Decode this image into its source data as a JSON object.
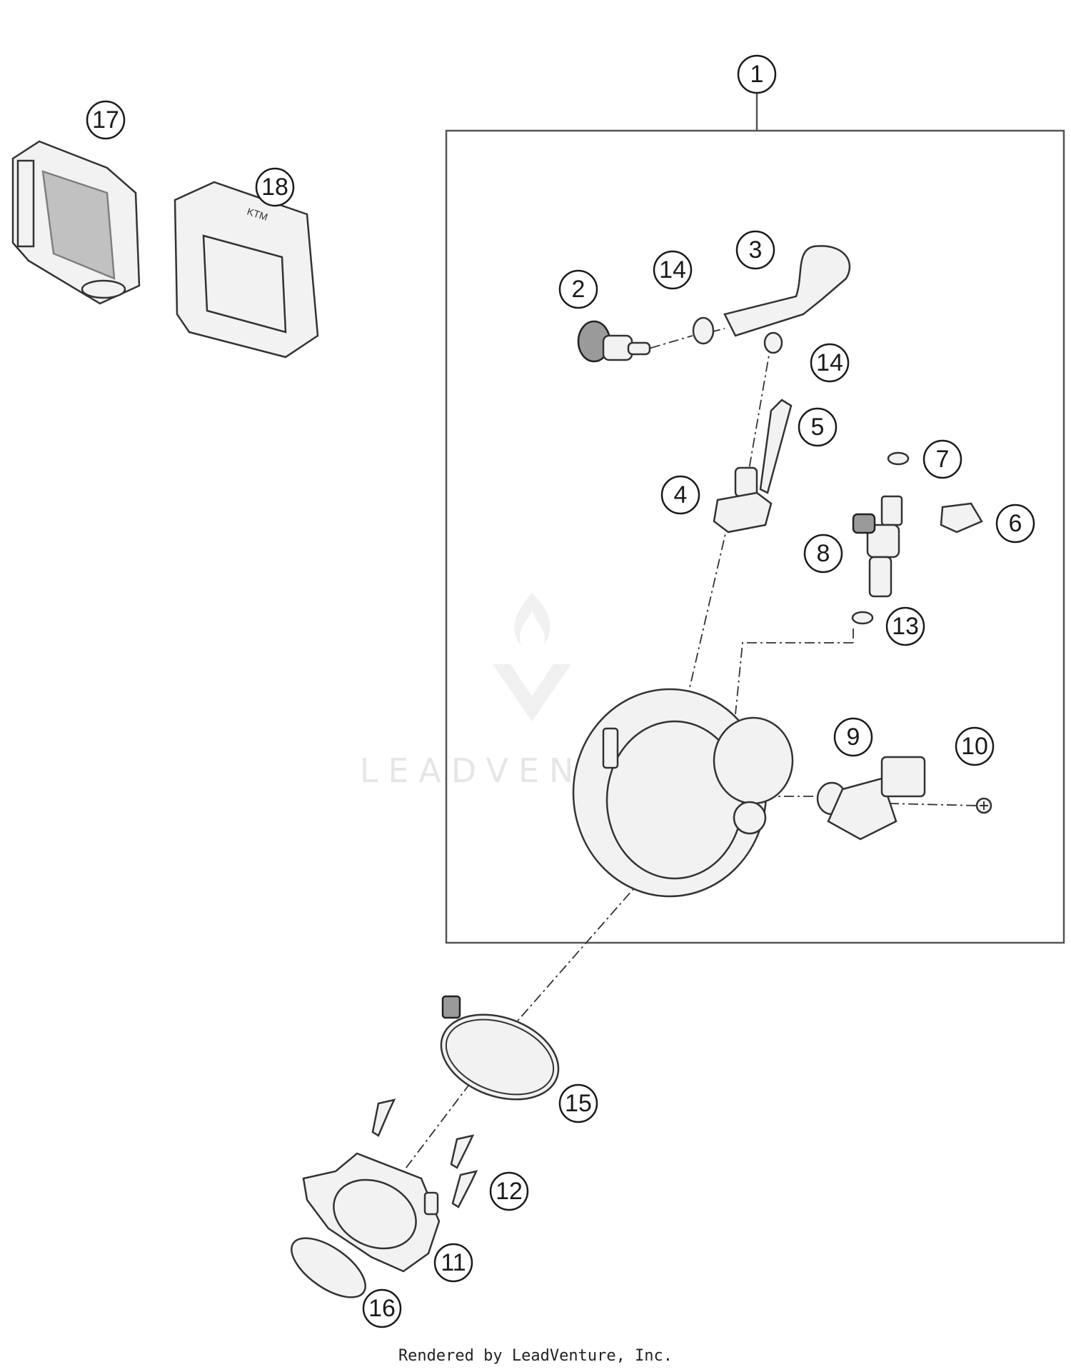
{
  "callouts": [
    {
      "id": "1",
      "label": "1"
    },
    {
      "id": "2",
      "label": "2"
    },
    {
      "id": "3",
      "label": "3"
    },
    {
      "id": "4",
      "label": "4"
    },
    {
      "id": "5",
      "label": "5"
    },
    {
      "id": "6",
      "label": "6"
    },
    {
      "id": "7",
      "label": "7"
    },
    {
      "id": "8",
      "label": "8"
    },
    {
      "id": "9",
      "label": "9"
    },
    {
      "id": "10",
      "label": "10"
    },
    {
      "id": "11",
      "label": "11"
    },
    {
      "id": "12",
      "label": "12"
    },
    {
      "id": "13",
      "label": "13"
    },
    {
      "id": "14a",
      "label": "14"
    },
    {
      "id": "14b",
      "label": "14"
    },
    {
      "id": "15",
      "label": "15"
    },
    {
      "id": "16",
      "label": "16"
    },
    {
      "id": "17",
      "label": "17"
    },
    {
      "id": "18",
      "label": "18"
    }
  ],
  "label_on_part_18": "KTM",
  "watermark": "LEADVENTURE",
  "footer": "Rendered by LeadVenture, Inc."
}
